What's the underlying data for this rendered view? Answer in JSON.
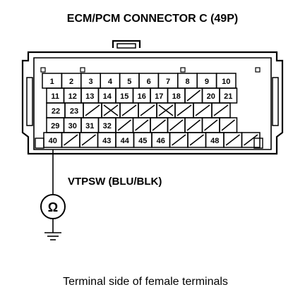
{
  "title": "ECM/PCM CONNECTOR C (49P)",
  "wire_label": "VTPSW (BLU/BLK)",
  "meter_symbol": "Ω",
  "caption": "Terminal side of female terminals",
  "terminals": {
    "row1": [
      "1",
      "2",
      "3",
      "4",
      "5",
      "6",
      "7",
      "8",
      "9",
      "10"
    ],
    "row2": [
      "11",
      "12",
      "13",
      "14",
      "15",
      "16",
      "17",
      "18",
      "",
      "20",
      "21"
    ],
    "row3": [
      "22",
      "23"
    ],
    "row4": [
      "29",
      "30",
      "31",
      "32"
    ],
    "row5": [
      "40",
      "",
      "",
      "43",
      "44",
      "45",
      "46",
      "",
      "48"
    ]
  },
  "probed_terminal": "40"
}
